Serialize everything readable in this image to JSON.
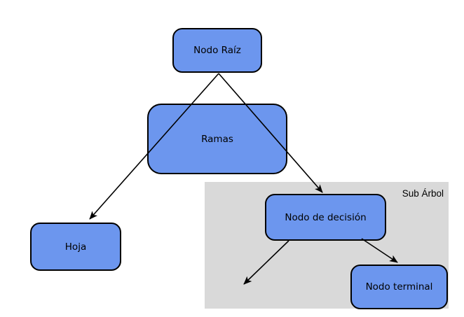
{
  "diagram": {
    "nodes": {
      "root": {
        "label": "Nodo Raíz"
      },
      "branches": {
        "label": "Ramas"
      },
      "leaf": {
        "label": "Hoja"
      },
      "decision": {
        "label": "Nodo de decisión"
      },
      "terminal": {
        "label": "Nodo terminal"
      }
    },
    "region": {
      "label": "Sub Árbol"
    },
    "edges": [
      {
        "from": "Nodo Raíz",
        "to": "Hoja"
      },
      {
        "from": "Nodo Raíz",
        "to": "Nodo de decisión"
      },
      {
        "from": "Nodo de decisión",
        "to": ""
      },
      {
        "from": "Nodo de decisión",
        "to": "Nodo terminal"
      }
    ],
    "colors": {
      "background": "#ffffff",
      "node_fill": "#6c96ee",
      "node_border": "#000000",
      "region_fill": "#d9d9d9",
      "arrow": "#000000",
      "text": "#000000"
    }
  }
}
